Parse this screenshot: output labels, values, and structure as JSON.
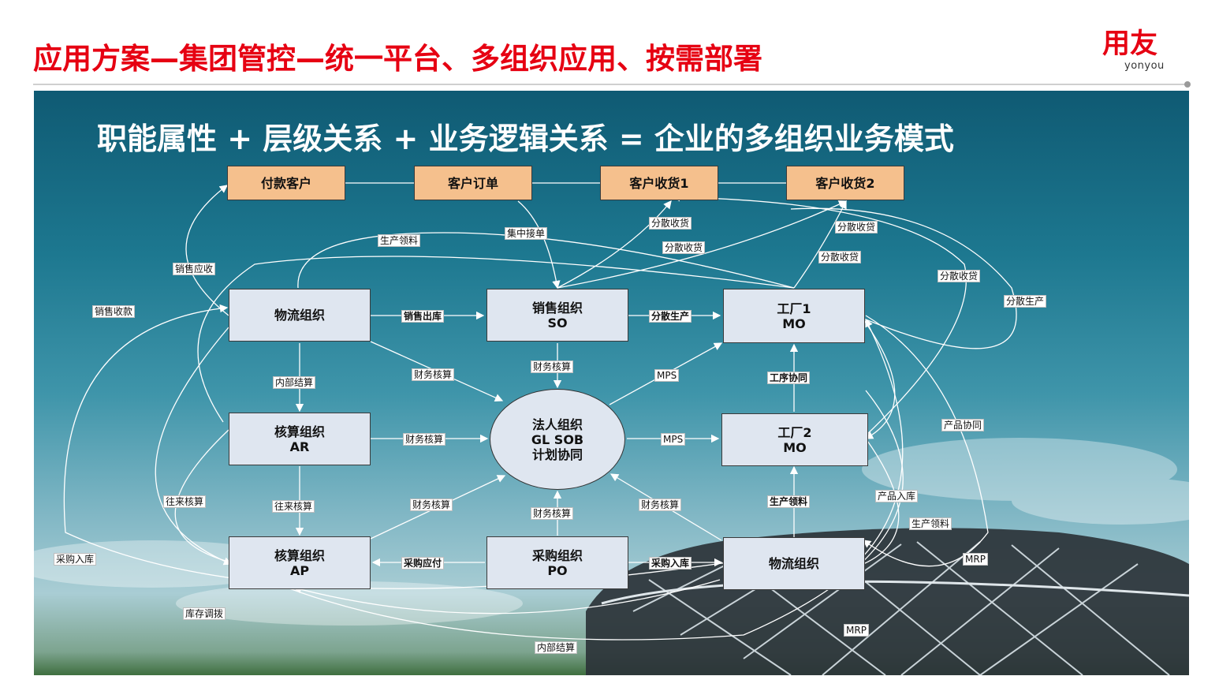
{
  "header": {
    "title": "应用方案—集团管控—统一平台、多组织应用、按需部署",
    "logo_main": "用友",
    "logo_sub": "yonyou"
  },
  "diagram": {
    "headline": "职能属性 + 层级关系 + 业务逻辑关系 = 企业的多组织业务模式",
    "customers": {
      "payer": "付款客户",
      "order": "客户订单",
      "receive1": "客户收货1",
      "receive2": "客户收货2"
    },
    "nodes": {
      "logistics_top": {
        "line1": "物流组织"
      },
      "sales": {
        "line1": "销售组织",
        "line2": "SO"
      },
      "factory1": {
        "line1": "工厂1",
        "line2": "MO"
      },
      "ar": {
        "line1": "核算组织",
        "line2": "AR"
      },
      "legal": {
        "line1": "法人组织",
        "line2": "GL  SOB",
        "line3": "计划协同"
      },
      "factory2": {
        "line1": "工厂2",
        "line2": "MO"
      },
      "ap": {
        "line1": "核算组织",
        "line2": "AP"
      },
      "purchase": {
        "line1": "采购组织",
        "line2": "PO"
      },
      "logistics_bottom": {
        "line1": "物流组织"
      }
    },
    "labels": {
      "central_order": "集中接单",
      "dist_receive_a": "分散收货",
      "dist_receive_b": "分散收货",
      "dist_receive_c": "分散收贷",
      "dist_receive_d": "分散收贷",
      "dist_receive_e": "分散收贷",
      "dist_production": "分散生产",
      "production_issue_top": "生产领料",
      "sales_receivable": "销售应收",
      "sales_collection": "销售收款",
      "sales_out": "销售出库",
      "dist_production_mid": "分散生产",
      "internal_settle": "内部结算",
      "fin_acc_1": "财务核算",
      "fin_acc_2": "财务核算",
      "mps_1": "MPS",
      "process_collab": "工序协同",
      "fin_acc_3": "财务核算",
      "mps_2": "MPS",
      "product_collab": "产品协同",
      "ar_ap_settle": "往来核算",
      "ar_ap_settle_left": "往来核算",
      "fin_acc_4": "财务核算",
      "fin_acc_5": "财务核算",
      "fin_acc_6": "财务核算",
      "production_issue_mid": "生产领料",
      "product_in": "产品入库",
      "production_issue_right": "生产领料",
      "purchase_in_left": "采购入库",
      "purchase_payable": "采购应付",
      "purchase_in_mid": "采购入库",
      "mrp_1": "MRP",
      "mrp_2": "MRP",
      "inventory_transfer": "库存调拨",
      "internal_settle_bottom": "内部结算"
    }
  }
}
